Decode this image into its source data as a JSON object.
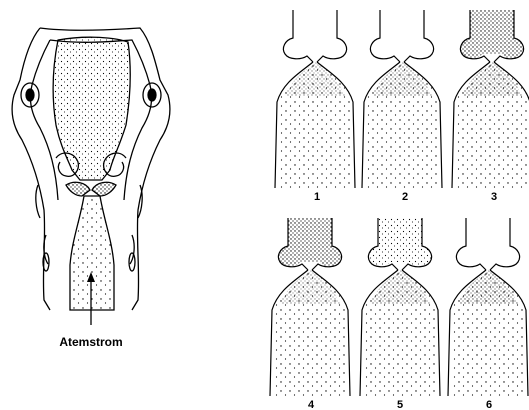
{
  "labels": {
    "airflow": "Atemstrom"
  },
  "panels": [
    {
      "number": "1"
    },
    {
      "number": "2"
    },
    {
      "number": "3"
    },
    {
      "number": "4"
    },
    {
      "number": "5"
    },
    {
      "number": "6"
    }
  ],
  "colors": {
    "ink": "#000000",
    "paper": "#ffffff"
  }
}
